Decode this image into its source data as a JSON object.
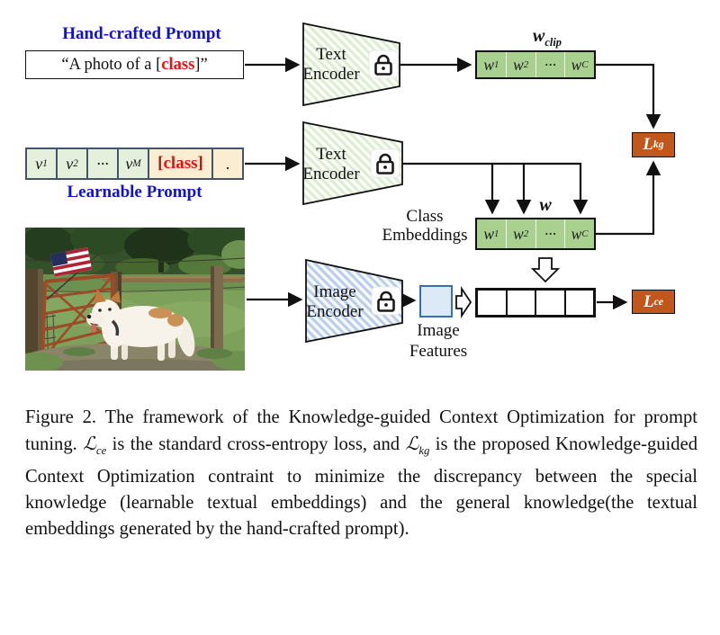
{
  "figure": {
    "hand_crafted": {
      "label": "Hand-crafted Prompt",
      "prompt": {
        "prefix": "“A photo of a [",
        "class_token": "class",
        "suffix": "]”"
      }
    },
    "learnable": {
      "label": "Learnable Prompt",
      "vector_cells": [
        {
          "base": "v",
          "sub": "1"
        },
        {
          "base": "v",
          "sub": "2"
        },
        {
          "base": "···",
          "sub": ""
        },
        {
          "base": "v",
          "sub": "M"
        }
      ],
      "class_cell": {
        "open": "[",
        "word": "class",
        "close": "]"
      },
      "dot_cell": "."
    },
    "encoders": {
      "text1": {
        "line1": "Text",
        "line2": "Encoder"
      },
      "text2": {
        "line1": "Text",
        "line2": "Encoder"
      },
      "image": {
        "line1": "Image",
        "line2": "Encoder"
      }
    },
    "wclip": {
      "label": {
        "base": "w",
        "sub": "clip"
      },
      "cells": [
        {
          "base": "w",
          "sub": "1"
        },
        {
          "base": "w",
          "sub": "2"
        },
        {
          "base": "···",
          "sub": ""
        },
        {
          "base": "w",
          "sub": "C"
        }
      ]
    },
    "w": {
      "label": {
        "base": "w",
        "sub": ""
      },
      "annotation": {
        "line1": "Class",
        "line2": "Embeddings"
      },
      "cells": [
        {
          "base": "w",
          "sub": "1"
        },
        {
          "base": "w",
          "sub": "2"
        },
        {
          "base": "···",
          "sub": ""
        },
        {
          "base": "w",
          "sub": "C"
        }
      ]
    },
    "image_branch": {
      "features_label": {
        "line1": "Image",
        "line2": "Features"
      }
    },
    "losses": {
      "kg": {
        "base": "L",
        "sub": "kg"
      },
      "ce": {
        "base": "L",
        "sub": "ce"
      }
    },
    "colors": {
      "label_blue": "#1010CE",
      "class_red": "#EE0F0F",
      "embedding_green": "#A9D08E",
      "prompt_cell_green": "#E4F0DC",
      "prompt_cell_tan": "#FAEDD2",
      "cell_border_slate": "#44546A",
      "loss_orange": "#C2571B",
      "feature_blue_fill": "#DCE9F7",
      "feature_blue_border": "#3A6FA8"
    }
  },
  "caption": {
    "segments": [
      {
        "text": "Figure 2.  The framework of the Knowledge-guided Context Optimization for prompt tuning.  "
      },
      {
        "math": "ℒ",
        "sub": "ce"
      },
      {
        "text": " is the standard cross-entropy loss, and "
      },
      {
        "math": "ℒ",
        "sub": "kg"
      },
      {
        "text": " is the proposed Knowledge-guided Context Optimization contraint to minimize the discrepancy between the special knowledge (learnable textual embeddings) and the general knowledge(the textual embeddings generated by the hand-crafted prompt)."
      }
    ]
  }
}
